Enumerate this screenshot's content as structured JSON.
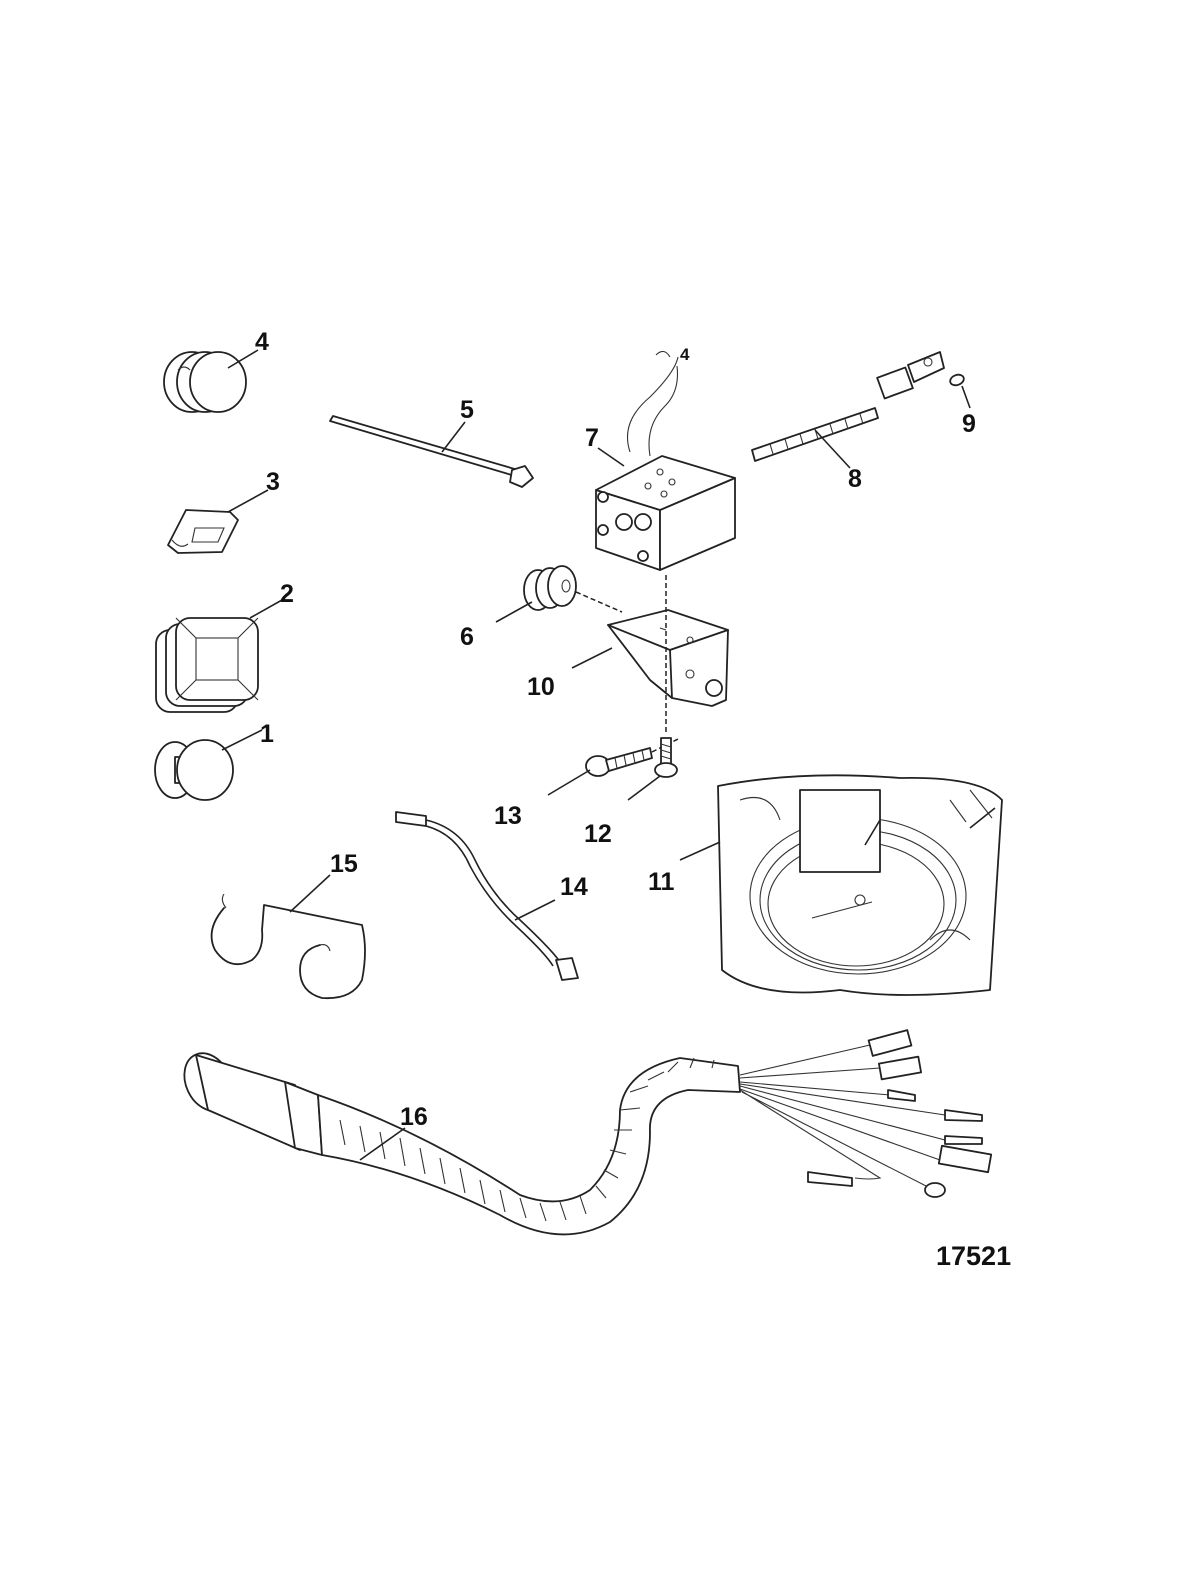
{
  "callouts": {
    "c1": "1",
    "c2": "2",
    "c3": "3",
    "c4": "4",
    "c5": "5",
    "c6": "6",
    "c7": "7",
    "c8": "8",
    "c9": "9",
    "c10": "10",
    "c11": "11",
    "c12": "12",
    "c13": "13",
    "c14": "14",
    "c15": "15",
    "c16": "16"
  },
  "figure_number": "17521"
}
